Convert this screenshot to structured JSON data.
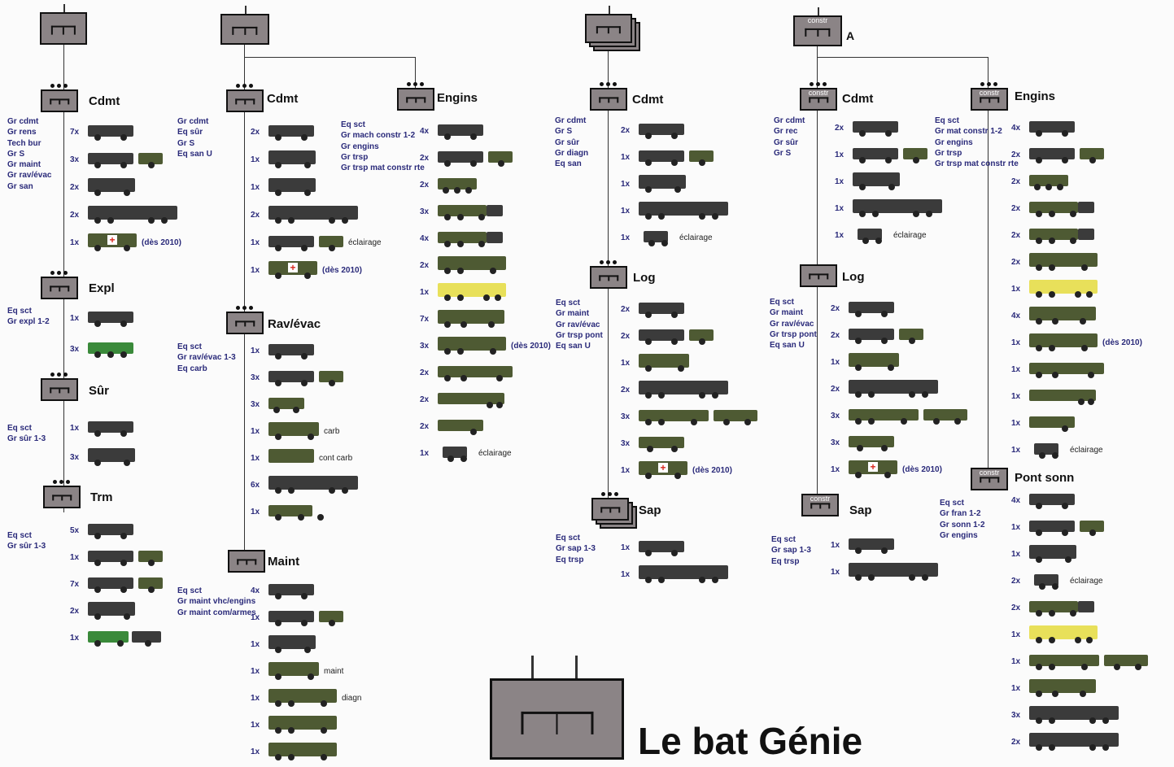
{
  "title": "Le bat Génie",
  "colors": {
    "symbol_fill": "#8b8486",
    "vehicle_dark": "#3b3b3b",
    "vehicle_olive": "#4e5a33",
    "crane_yellow": "#e8e05a",
    "ambulance_red": "#d8261c",
    "trm_green": "#3a8a3a",
    "subtitle_blue": "#2a2a7a"
  },
  "top_units": {
    "u1": {},
    "u2": {},
    "u3": {},
    "u4": {
      "symbol_text": "constr",
      "letter": "A"
    }
  },
  "units": {
    "cdmt1": {
      "name": "Cdmt",
      "sub": [
        "Gr cdmt",
        "Gr rens",
        "Tech bur",
        "Gr S",
        "Gr maint",
        "Gr rav/évac",
        "Gr san"
      ],
      "rows": [
        {
          "count": "7x",
          "kind": "jeep"
        },
        {
          "count": "3x",
          "kind": "jeep_trailer"
        },
        {
          "count": "2x",
          "kind": "van"
        },
        {
          "count": "2x",
          "kind": "truck"
        },
        {
          "count": "1x",
          "kind": "ambulance",
          "note": "(dès 2010)"
        }
      ]
    },
    "expl": {
      "name": "Expl",
      "sub": [
        "Eq sct",
        "Gr expl 1-2"
      ],
      "rows": [
        {
          "count": "1x",
          "kind": "jeep"
        },
        {
          "count": "3x",
          "kind": "apc"
        }
      ]
    },
    "sur": {
      "name": "Sûr",
      "sub": [
        "Eq sct",
        "Gr sûr 1-3"
      ],
      "rows": [
        {
          "count": "1x",
          "kind": "jeep"
        },
        {
          "count": "3x",
          "kind": "van"
        }
      ]
    },
    "trm": {
      "name": "Trm",
      "sub": [
        "Eq sct",
        "Gr sûr 1-3"
      ],
      "rows": [
        {
          "count": "5x",
          "kind": "jeep"
        },
        {
          "count": "1x",
          "kind": "jeep_trailer"
        },
        {
          "count": "7x",
          "kind": "jeep_trailer"
        },
        {
          "count": "2x",
          "kind": "van"
        },
        {
          "count": "1x",
          "kind": "green_truck"
        }
      ]
    },
    "cdmt2": {
      "name": "Cdmt",
      "sub": [
        "Gr cdmt",
        "Eq sûr",
        "Gr S",
        "Eq san U"
      ],
      "rows": [
        {
          "count": "2x",
          "kind": "jeep"
        },
        {
          "count": "1x",
          "kind": "van"
        },
        {
          "count": "1x",
          "kind": "van"
        },
        {
          "count": "2x",
          "kind": "truck"
        },
        {
          "count": "1x",
          "kind": "jeep_trailer",
          "note": "éclairage"
        },
        {
          "count": "1x",
          "kind": "ambulance",
          "note": "(dès 2010)"
        }
      ]
    },
    "engins2": {
      "name": "Engins",
      "sub": [
        "Eq sct",
        "Gr mach constr 1-2",
        "Gr engins",
        "Gr trsp",
        "Gr trsp mat constr rte"
      ],
      "rows": [
        {
          "count": "4x",
          "kind": "jeep"
        },
        {
          "count": "2x",
          "kind": "jeep_trailer"
        },
        {
          "count": "2x",
          "kind": "dozer"
        },
        {
          "count": "3x",
          "kind": "excavator"
        },
        {
          "count": "4x",
          "kind": "excavator"
        },
        {
          "count": "2x",
          "kind": "olive_truck"
        },
        {
          "count": "1x",
          "kind": "crane"
        },
        {
          "count": "7x",
          "kind": "dump_truck"
        },
        {
          "count": "3x",
          "kind": "olive_truck",
          "note": "(dès 2010)"
        },
        {
          "count": "2x",
          "kind": "flat_truck"
        },
        {
          "count": "2x",
          "kind": "trailer"
        },
        {
          "count": "2x",
          "kind": "olive_trailer"
        },
        {
          "count": "1x",
          "kind": "genset",
          "note": "éclairage"
        }
      ]
    },
    "ravevac": {
      "name": "Rav/évac",
      "sub": [
        "Eq sct",
        "Gr rav/évac 1-3",
        "Eq carb"
      ],
      "rows": [
        {
          "count": "1x",
          "kind": "jeep"
        },
        {
          "count": "3x",
          "kind": "jeep_trailer"
        },
        {
          "count": "3x",
          "kind": "forklift"
        },
        {
          "count": "1x",
          "kind": "olive_van",
          "note": "carb"
        },
        {
          "count": "1x",
          "kind": "container",
          "note": "cont carb"
        },
        {
          "count": "6x",
          "kind": "truck"
        },
        {
          "count": "1x",
          "kind": "tractor"
        }
      ]
    },
    "maint": {
      "name": "Maint",
      "sub": [
        "Eq sct",
        "Gr maint vhc/engins",
        "Gr maint com/armes"
      ],
      "rows": [
        {
          "count": "4x",
          "kind": "jeep"
        },
        {
          "count": "1x",
          "kind": "jeep_trailer"
        },
        {
          "count": "1x",
          "kind": "van"
        },
        {
          "count": "1x",
          "kind": "olive_van",
          "note": "maint"
        },
        {
          "count": "1x",
          "kind": "olive_truck",
          "note": "diagn"
        },
        {
          "count": "1x",
          "kind": "olive_truck"
        },
        {
          "count": "1x",
          "kind": "olive_truck"
        }
      ]
    },
    "cdmt3": {
      "name": "Cdmt",
      "sub": [
        "Gr cdmt",
        "Gr S",
        "Gr sûr",
        "Gr diagn",
        "Eq san"
      ],
      "rows": [
        {
          "count": "2x",
          "kind": "jeep"
        },
        {
          "count": "1x",
          "kind": "jeep_trailer"
        },
        {
          "count": "1x",
          "kind": "van"
        },
        {
          "count": "1x",
          "kind": "truck"
        },
        {
          "count": "1x",
          "kind": "genset",
          "note": "éclairage"
        }
      ]
    },
    "log3": {
      "name": "Log",
      "sub": [
        "Eq sct",
        "Gr maint",
        "Gr rav/évac",
        "Gr trsp pont",
        "Eq san U"
      ],
      "rows": [
        {
          "count": "2x",
          "kind": "jeep"
        },
        {
          "count": "2x",
          "kind": "jeep_trailer"
        },
        {
          "count": "1x",
          "kind": "olive_van"
        },
        {
          "count": "2x",
          "kind": "truck"
        },
        {
          "count": "3x",
          "kind": "bridge_truck"
        },
        {
          "count": "3x",
          "kind": "bridge_module"
        },
        {
          "count": "1x",
          "kind": "ambulance",
          "note": "(dès 2010)"
        }
      ]
    },
    "sap3": {
      "name": "Sap",
      "sub": [
        "Eq sct",
        "Gr sap 1-3",
        "Eq trsp"
      ],
      "rows": [
        {
          "count": "1x",
          "kind": "jeep"
        },
        {
          "count": "1x",
          "kind": "truck"
        }
      ]
    },
    "cdmt4": {
      "name": "Cdmt",
      "sub": [
        "Gr cdmt",
        "Gr rec",
        "Gr sûr",
        "Gr S"
      ],
      "rows": [
        {
          "count": "2x",
          "kind": "jeep"
        },
        {
          "count": "1x",
          "kind": "jeep_trailer"
        },
        {
          "count": "1x",
          "kind": "van"
        },
        {
          "count": "1x",
          "kind": "truck"
        },
        {
          "count": "1x",
          "kind": "genset",
          "note": "éclairage"
        }
      ]
    },
    "engins4": {
      "name": "Engins",
      "sub": [
        "Eq sct",
        "Gr mat constr 1-2",
        "Gr engins",
        "Gr trsp",
        "Gr trsp mat constr rte"
      ],
      "rows": [
        {
          "count": "4x",
          "kind": "jeep"
        },
        {
          "count": "2x",
          "kind": "jeep_trailer"
        },
        {
          "count": "2x",
          "kind": "dozer"
        },
        {
          "count": "2x",
          "kind": "excavator"
        },
        {
          "count": "2x",
          "kind": "excavator"
        },
        {
          "count": "2x",
          "kind": "olive_truck"
        },
        {
          "count": "1x",
          "kind": "crane"
        },
        {
          "count": "4x",
          "kind": "dump_truck"
        },
        {
          "count": "1x",
          "kind": "olive_truck",
          "note": "(dès 2010)"
        },
        {
          "count": "1x",
          "kind": "flat_truck"
        },
        {
          "count": "1x",
          "kind": "trailer"
        },
        {
          "count": "1x",
          "kind": "olive_trailer"
        },
        {
          "count": "1x",
          "kind": "genset",
          "note": "éclairage"
        }
      ]
    },
    "log4": {
      "name": "Log",
      "sub": [
        "Eq sct",
        "Gr maint",
        "Gr rav/évac",
        "Gr trsp pont",
        "Eq san U"
      ],
      "rows": [
        {
          "count": "2x",
          "kind": "jeep"
        },
        {
          "count": "2x",
          "kind": "jeep_trailer"
        },
        {
          "count": "1x",
          "kind": "olive_van"
        },
        {
          "count": "2x",
          "kind": "truck"
        },
        {
          "count": "3x",
          "kind": "bridge_truck"
        },
        {
          "count": "3x",
          "kind": "bridge_module"
        },
        {
          "count": "1x",
          "kind": "ambulance",
          "note": "(dès 2010)"
        }
      ]
    },
    "sap4": {
      "name": "Sap",
      "sub": [
        "Eq sct",
        "Gr sap 1-3",
        "Eq trsp"
      ],
      "rows": [
        {
          "count": "1x",
          "kind": "jeep"
        },
        {
          "count": "1x",
          "kind": "truck"
        }
      ]
    },
    "pont": {
      "name": "Pont sonn",
      "sub": [
        "Eq sct",
        "Gr fran 1-2",
        "Gr sonn 1-2",
        "Gr engins"
      ],
      "rows": [
        {
          "count": "4x",
          "kind": "jeep"
        },
        {
          "count": "1x",
          "kind": "jeep_trailer"
        },
        {
          "count": "1x",
          "kind": "van"
        },
        {
          "count": "2x",
          "kind": "genset",
          "note": "éclairage"
        },
        {
          "count": "2x",
          "kind": "excavator"
        },
        {
          "count": "1x",
          "kind": "crane"
        },
        {
          "count": "1x",
          "kind": "bridge_truck"
        },
        {
          "count": "1x",
          "kind": "dump_truck"
        },
        {
          "count": "3x",
          "kind": "truck"
        },
        {
          "count": "2x",
          "kind": "truck"
        }
      ]
    }
  }
}
